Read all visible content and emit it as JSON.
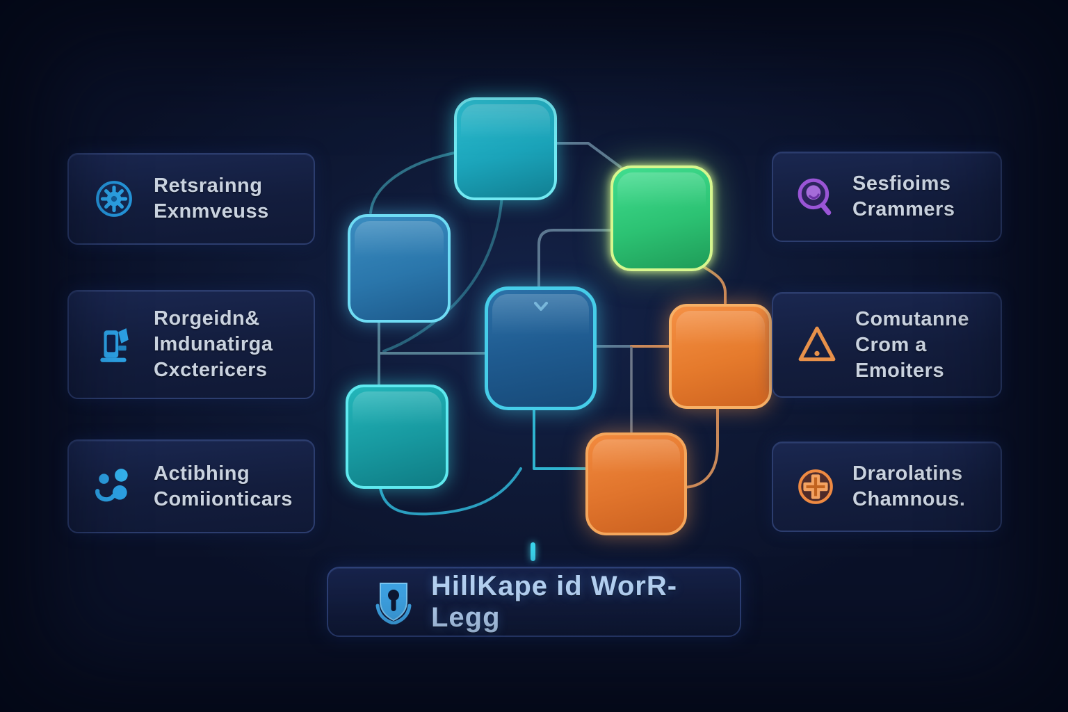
{
  "cards": {
    "left": [
      {
        "icon": "gear-circle-icon",
        "lines": [
          "Retsrainng",
          "Exnmveuss"
        ]
      },
      {
        "icon": "device-pump-icon",
        "lines": [
          "Rorgeidn&",
          "Imdunatirga",
          "Cxctericers"
        ]
      },
      {
        "icon": "dots-swirl-icon",
        "lines": [
          "Actibhing",
          "Comiionticars"
        ]
      }
    ],
    "right": [
      {
        "icon": "search-bubble-icon",
        "lines": [
          "Sesfioims",
          "Crammers"
        ]
      },
      {
        "icon": "warning-triangle-icon",
        "lines": [
          "Comutanne",
          "Crom a",
          "Emoiters"
        ]
      },
      {
        "icon": "medical-cross-icon",
        "lines": [
          "Drarolatins",
          "Chamnous."
        ]
      }
    ]
  },
  "footer": {
    "icon": "shield-lock-icon",
    "label": "HillKape id WorR-Legg"
  },
  "diagram": {
    "nodes": [
      {
        "id": "top-teal",
        "fill": "#1ba4ba",
        "border": "#72e9f2"
      },
      {
        "id": "left-blue",
        "fill": "#2a76ab",
        "border": "#6fdcf4"
      },
      {
        "id": "green",
        "fill": "#2cc273",
        "border": "#d7f78f"
      },
      {
        "id": "center-blue",
        "fill": "#1f5b90",
        "border": "#46cde9"
      },
      {
        "id": "right-orange",
        "fill": "#e57a2c",
        "border": "#f7b066"
      },
      {
        "id": "bottom-teal",
        "fill": "#17989f",
        "border": "#5fe9ef"
      },
      {
        "id": "bottom-orange",
        "fill": "#e0742c",
        "border": "#f4a65c"
      }
    ],
    "connector_colors": {
      "teal": "#2e7086",
      "slate": "#5d7891",
      "cyan": "#2fb3cf",
      "orange": "#c9895a"
    }
  },
  "palette": {
    "background": "#0a1128",
    "card_bg": "#131d3d",
    "card_border": "#2c3d6e",
    "card_text": "#c9d2df",
    "footer_text": "#b7d4f6",
    "icon_blue": "#2da4e8",
    "icon_purple": "#9a55d6",
    "icon_orange": "#e8914a"
  }
}
